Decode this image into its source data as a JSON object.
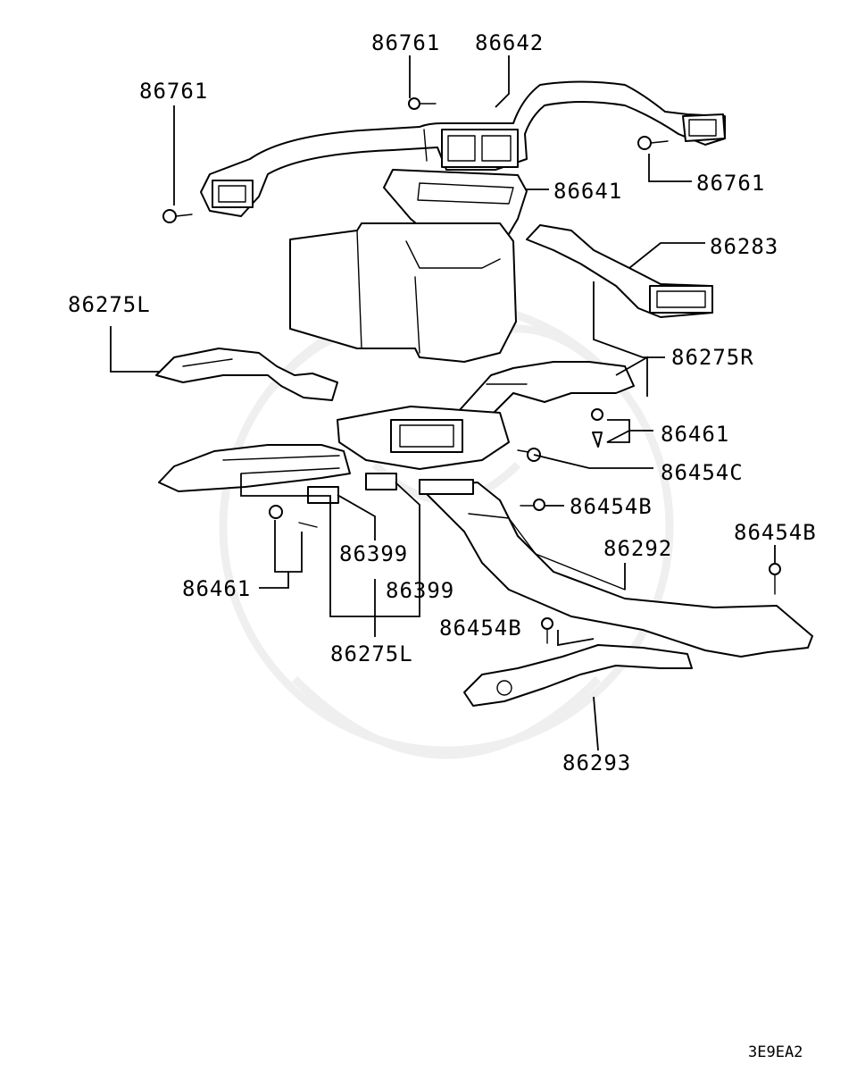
{
  "diagram": {
    "figure_code": "3E9EA2",
    "labels": {
      "l_86761_top": "86761",
      "l_86642": "86642",
      "l_86761_left": "86761",
      "l_86761_right": "86761",
      "l_86641": "86641",
      "l_86283": "86283",
      "l_86275L_upper": "86275L",
      "l_86275R": "86275R",
      "l_86461_right": "86461",
      "l_86454C": "86454C",
      "l_86454B_mid": "86454B",
      "l_86454B_right": "86454B",
      "l_86292": "86292",
      "l_86399_a": "86399",
      "l_86399_b": "86399",
      "l_86461_left": "86461",
      "l_86454B_low": "86454B",
      "l_86275L_lower": "86275L",
      "l_86293": "86293"
    }
  },
  "colors": {
    "ink": "#000000",
    "paper": "#ffffff",
    "watermark": "#efefef"
  }
}
